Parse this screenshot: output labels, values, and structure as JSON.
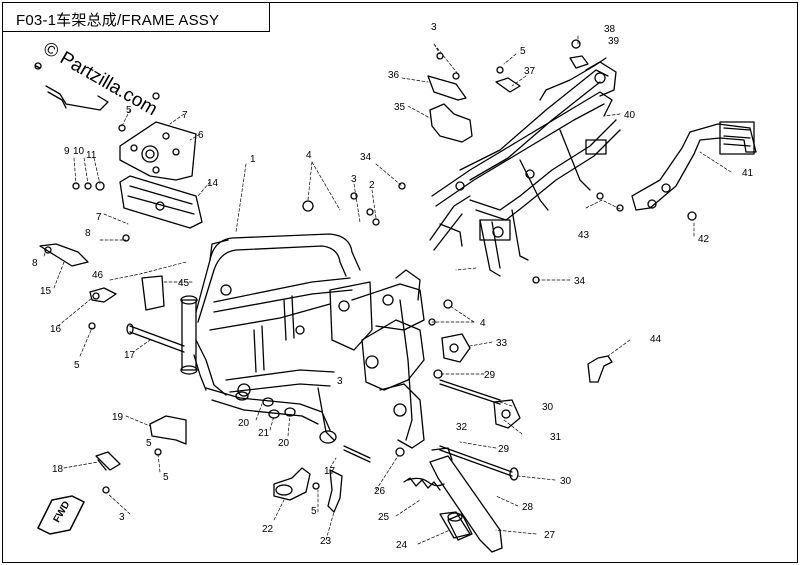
{
  "title": "F03-1车架总成/FRAME ASSY",
  "watermark": "© Partzilla.com",
  "fwd_label": "FWD",
  "callouts": [
    "1",
    "2",
    "3",
    "3",
    "3",
    "3",
    "4",
    "4",
    "5",
    "5",
    "5",
    "5",
    "5",
    "5",
    "6",
    "7",
    "7",
    "8",
    "8",
    "9",
    "10",
    "11",
    "14",
    "15",
    "16",
    "17",
    "17",
    "18",
    "19",
    "20",
    "20",
    "21",
    "22",
    "23",
    "24",
    "25",
    "26",
    "27",
    "28",
    "29",
    "29",
    "30",
    "30",
    "31",
    "32",
    "33",
    "34",
    "34",
    "35",
    "36",
    "37",
    "38",
    "39",
    "40",
    "41",
    "42",
    "43",
    "44",
    "45",
    "46"
  ]
}
